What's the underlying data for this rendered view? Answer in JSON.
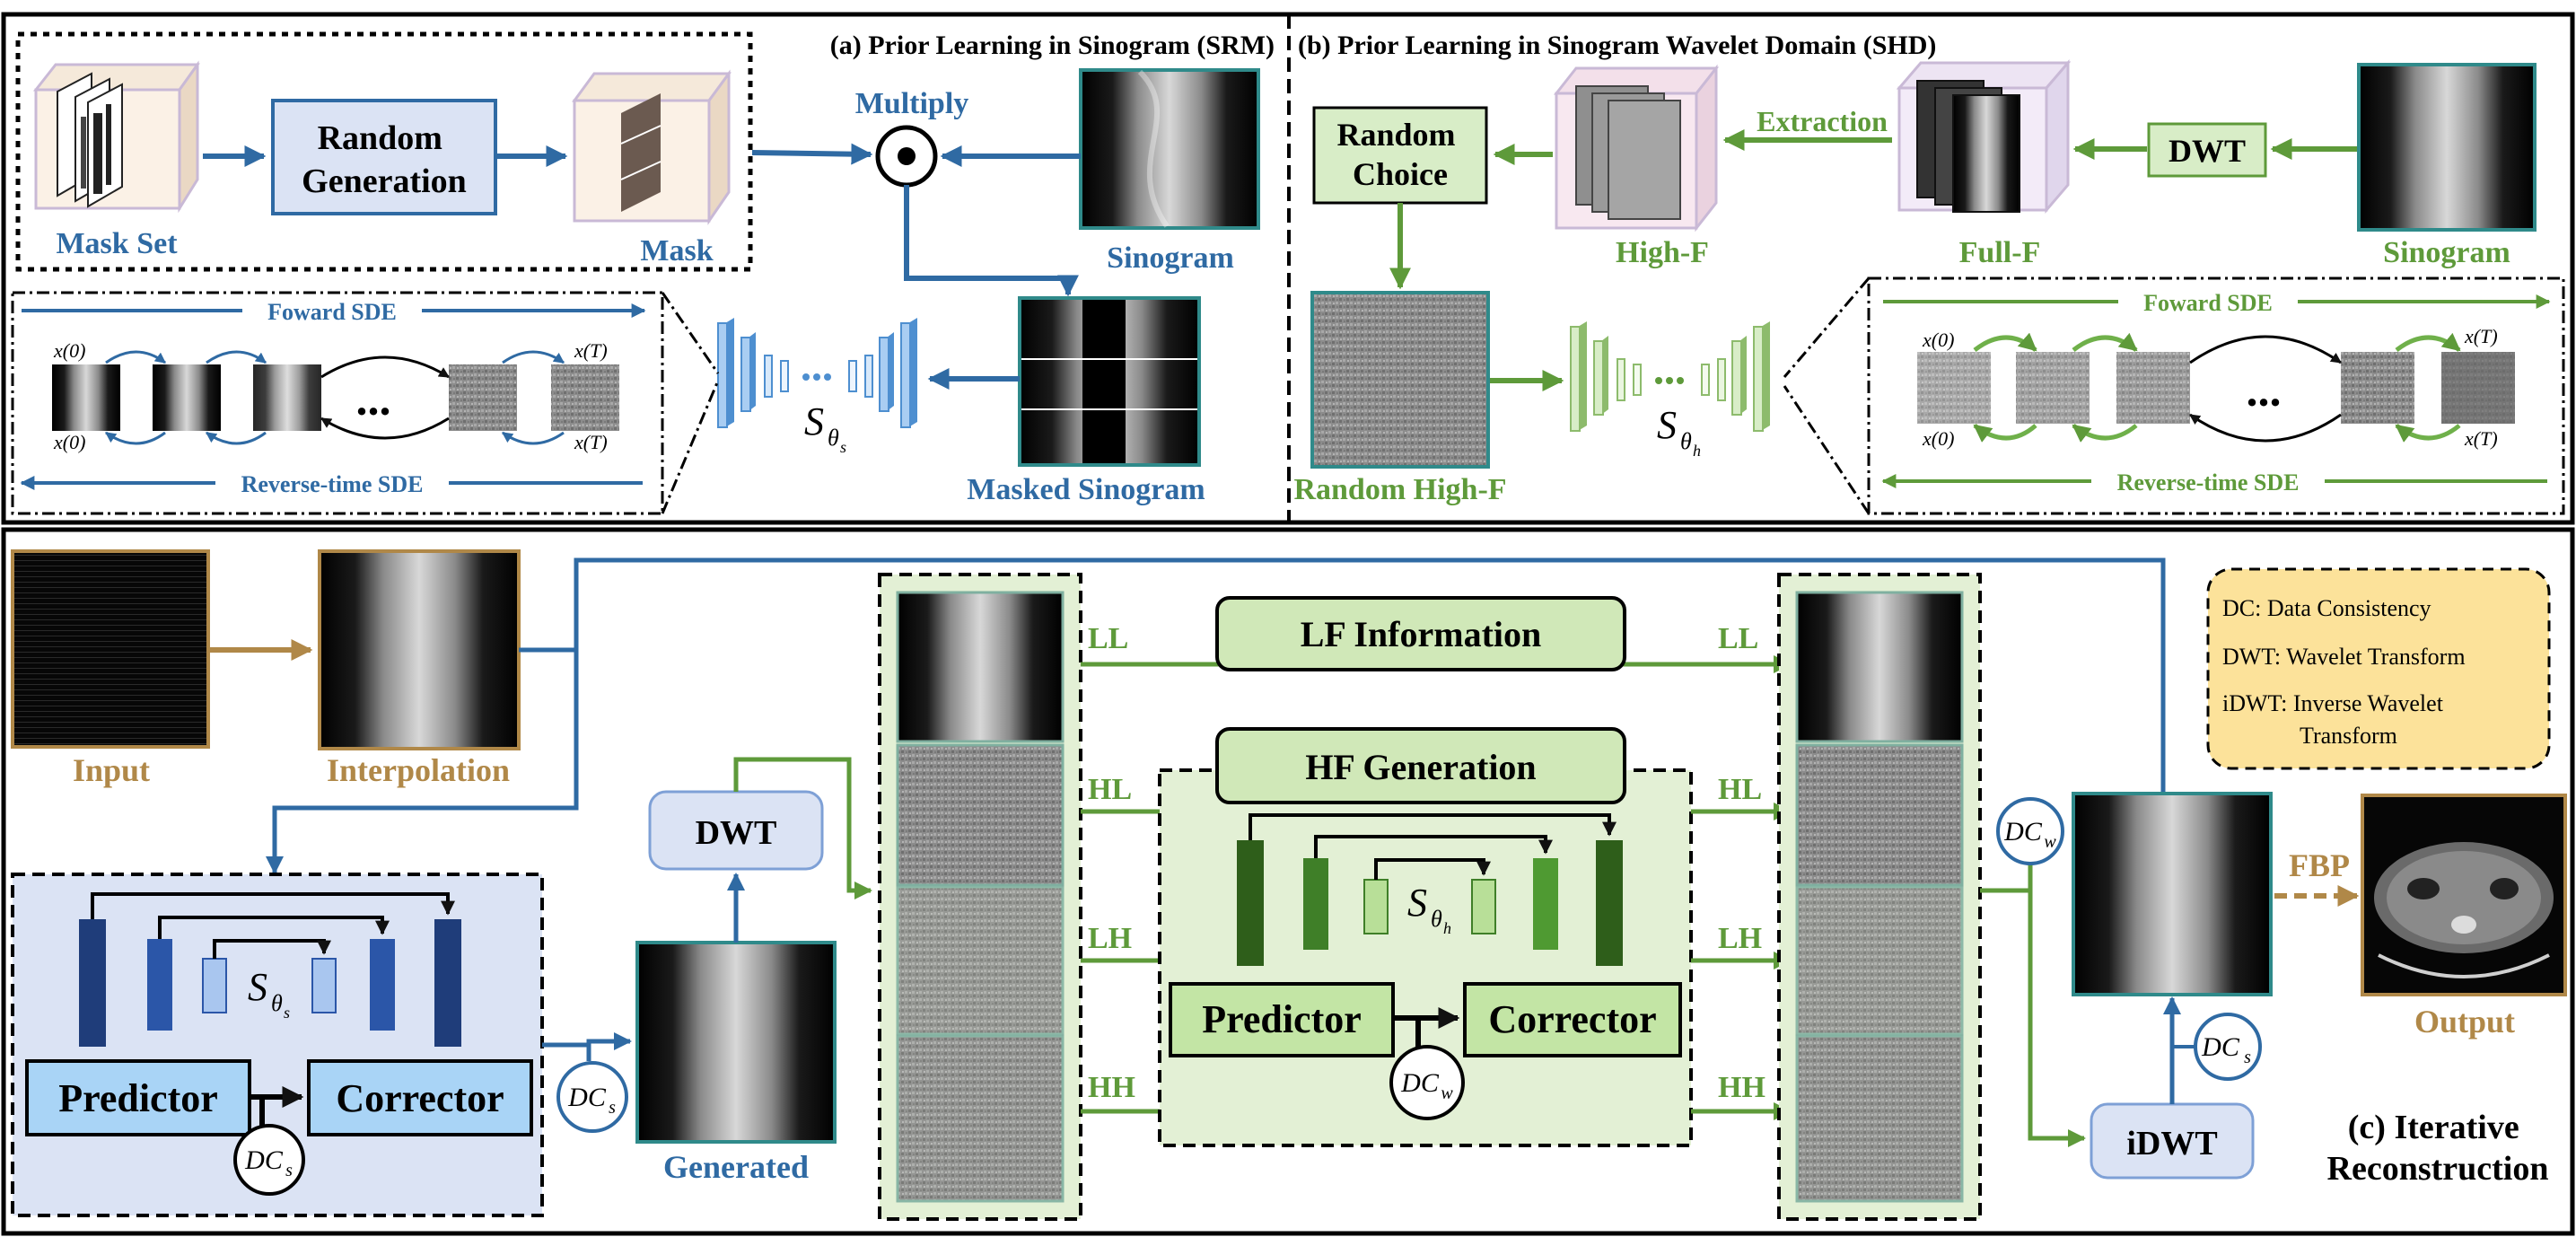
{
  "panel_a": {
    "title": "(a) Prior Learning in Sinogram (SRM)",
    "mask_set": "Mask Set",
    "random_generation": [
      "Random",
      "Generation"
    ],
    "mask": "Mask",
    "multiply": "Multiply",
    "sinogram": "Sinogram",
    "masked_sinogram": "Masked Sinogram",
    "forward_sde": "Foward SDE",
    "reverse_sde": "Reverse-time SDE",
    "x0": "x(0)",
    "xT": "x(T)",
    "ellipsis": "...",
    "score_symbol": "S",
    "score_sub": "θ",
    "score_subsub": "s"
  },
  "panel_b": {
    "title": "(b) Prior Learning in Sinogram Wavelet Domain (SHD)",
    "random_choice": [
      "Random",
      "Choice"
    ],
    "extraction": "Extraction",
    "dwt": "DWT",
    "high_f": "High-F",
    "full_f": "Full-F",
    "sinogram": "Sinogram",
    "random_high_f": "Random High-F",
    "forward_sde": "Foward SDE",
    "reverse_sde": "Reverse-time SDE",
    "x0": "x(0)",
    "xT": "x(T)",
    "ellipsis": "...",
    "score_symbol": "S",
    "score_sub": "θ",
    "score_subsub": "h"
  },
  "panel_c": {
    "title": [
      "(c) Iterative",
      "Reconstruction"
    ],
    "input": "Input",
    "interpolation": "Interpolation",
    "dwt": "DWT",
    "generated": "Generated",
    "lf_information": "LF Information",
    "hf_generation": "HF Generation",
    "bands": [
      "LL",
      "HL",
      "LH",
      "HH"
    ],
    "predictor": "Predictor",
    "corrector": "Corrector",
    "dc": "DC",
    "dc_sub_s": "s",
    "dc_sub_w": "w",
    "idwt": "iDWT",
    "fbp": "FBP",
    "output": "Output",
    "legend": [
      "DC: Data Consistency",
      "DWT: Wavelet Transform",
      "iDWT: Inverse Wavelet",
      "Transform"
    ]
  },
  "colors": {
    "blue": "#2f6aa3",
    "green": "#5e9a3a",
    "brown": "#b08848",
    "light_blue_fill": "#dbe3f4",
    "light_green_fill": "#e3f0d5",
    "legend_fill": "#fce29a"
  }
}
